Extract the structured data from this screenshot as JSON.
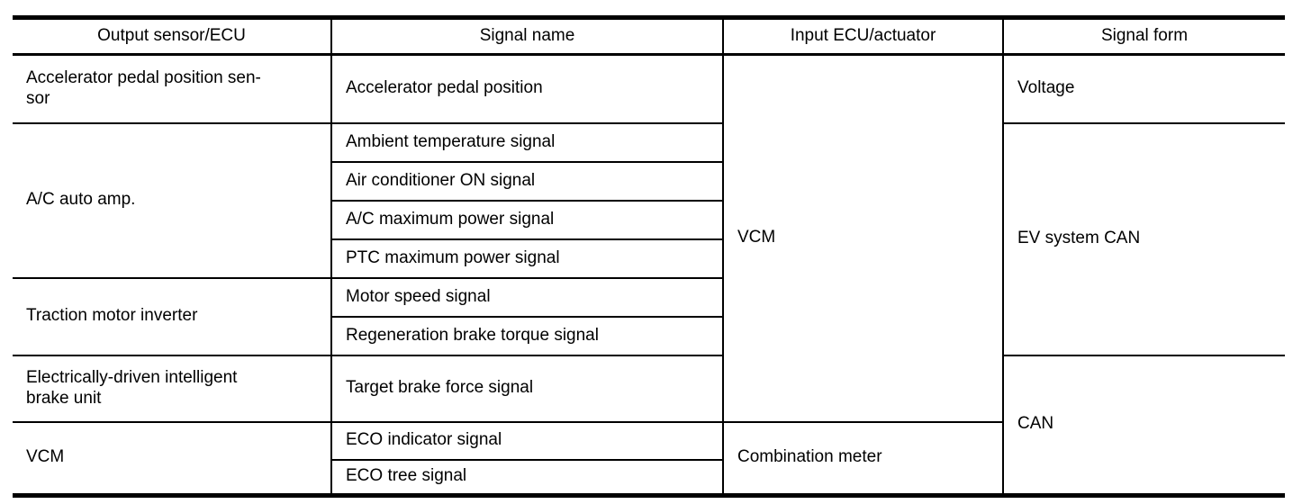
{
  "document": {
    "background_color": "#ffffff",
    "text_color": "#000000",
    "rule_color": "#000000"
  },
  "table": {
    "headers": {
      "output": "Output sensor/ECU",
      "signal_name": "Signal name",
      "input": "Input ECU/actuator",
      "signal_form": "Signal form"
    },
    "output_cells": [
      {
        "label": "Accelerator pedal position sen-\nsor",
        "rowspan": 1
      },
      {
        "label": "A/C auto amp.",
        "rowspan": 4
      },
      {
        "label": "Traction motor inverter",
        "rowspan": 2
      },
      {
        "label": "Electrically-driven intelligent\nbrake unit",
        "rowspan": 1
      },
      {
        "label": "VCM",
        "rowspan": 2
      }
    ],
    "signal_cells": [
      "Accelerator pedal position",
      "Ambient temperature signal",
      "Air conditioner ON signal",
      "A/C maximum power signal",
      "PTC maximum power signal",
      "Motor speed signal",
      "Regeneration brake torque signal",
      "Target brake force signal",
      "ECO indicator signal",
      "ECO tree signal"
    ],
    "input_cells": [
      {
        "label": "VCM",
        "rowspan": 8
      },
      {
        "label": "Combination meter",
        "rowspan": 2
      }
    ],
    "signal_form_cells": [
      {
        "label": "Voltage",
        "rowspan": 1
      },
      {
        "label": "EV system CAN",
        "rowspan": 6
      },
      {
        "label": "CAN",
        "rowspan": 3
      }
    ]
  }
}
